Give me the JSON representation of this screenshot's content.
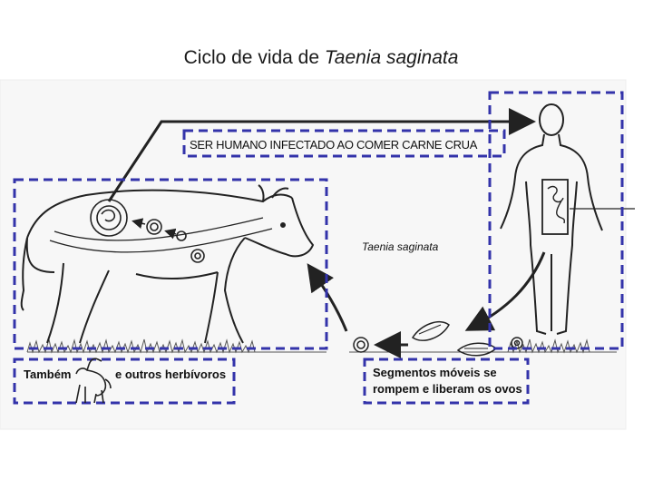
{
  "title": {
    "prefix": "Ciclo de vida de ",
    "species": "Taenia saginata"
  },
  "labels": {
    "human_infection": "SER HUMANO INFECTADO AO COMER CARNE CRUA",
    "worm_name": "Taenia saginata",
    "other_hosts_prefix": "Também",
    "other_hosts_suffix": "e outros herbívoros",
    "segments_line1": "Segmentos móveis se",
    "segments_line2": "rompem e liberam os ovos"
  },
  "colors": {
    "box_border": "#3333aa",
    "ink": "#222222",
    "grass": "#555555"
  }
}
